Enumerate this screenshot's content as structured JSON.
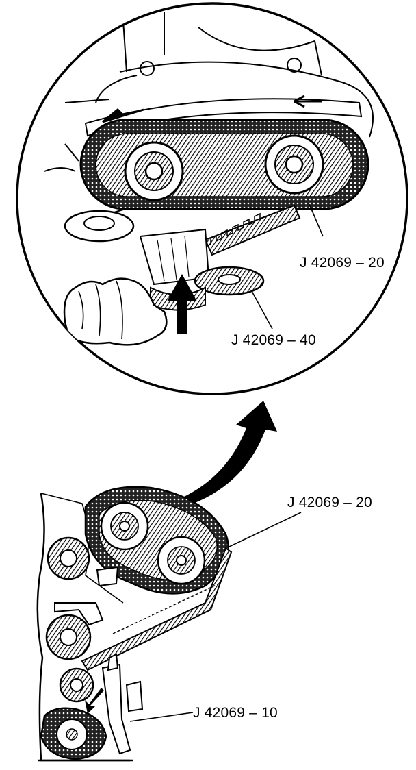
{
  "callouts": {
    "detail_upper": "J 42069 – 20",
    "detail_lower": "J 42069 – 40",
    "engine_upper": "J 42069 – 20",
    "engine_lower": "J 42069 – 10"
  },
  "colors": {
    "ink": "#000000",
    "paper": "#ffffff",
    "shade": "#6b6b6b"
  }
}
